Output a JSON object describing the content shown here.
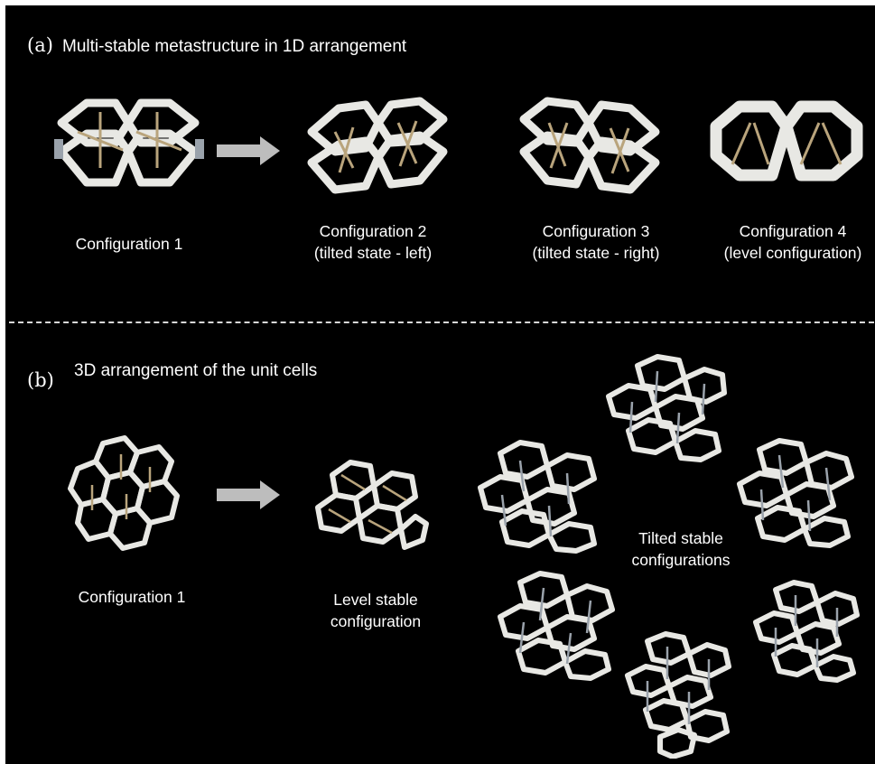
{
  "colors": {
    "background": "#000000",
    "text": "#ffffff",
    "arrow": "#bdbdbd",
    "frame": "#e8e8e4",
    "strut": "#b9a47c",
    "divider": "#d8d8d8"
  },
  "panel_a": {
    "label": "(a)",
    "title": "Multi-stable metastructure in 1D arrangement",
    "configs": [
      {
        "lines": [
          "Configuration 1"
        ]
      },
      {
        "lines": [
          "Configuration 2",
          "(tilted state - left)"
        ]
      },
      {
        "lines": [
          "Configuration 3",
          "(tilted state - right)"
        ]
      },
      {
        "lines": [
          "Configuration 4",
          "(level configuration)"
        ]
      }
    ]
  },
  "panel_b": {
    "label": "(b)",
    "title": "3D arrangement of the unit cells",
    "config1_label": "Configuration 1",
    "level_label": [
      "Level stable",
      "configuration"
    ],
    "tilted_label": [
      "Tilted stable",
      "configurations"
    ]
  }
}
